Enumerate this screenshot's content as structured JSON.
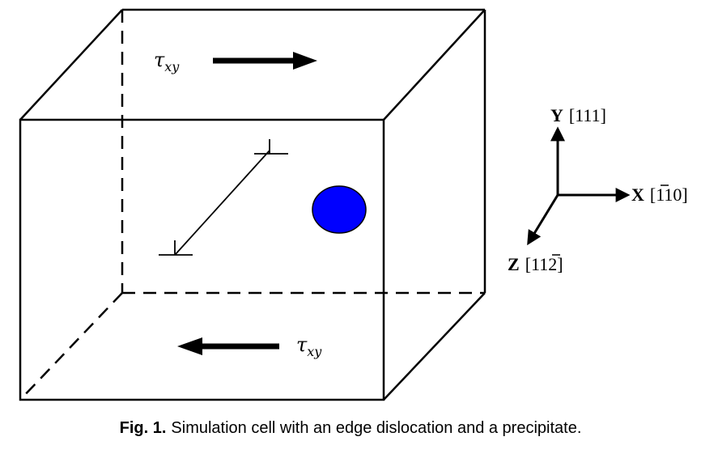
{
  "diagram": {
    "stress_label_top": {
      "symbol": "τ",
      "subscript": "xy"
    },
    "stress_label_bottom": {
      "symbol": "τ",
      "subscript": "xy"
    },
    "axes": {
      "y": {
        "letter": "Y",
        "index": "[111]"
      },
      "x": {
        "letter": "X",
        "index_bar_digit": "1",
        "index_rest": "10]"
      },
      "z": {
        "letter": "Z",
        "index_prefix": "[11",
        "index_bar_digit": "2",
        "index_suffix": "]"
      }
    },
    "colors": {
      "precipitate": "#0000ff",
      "lines": "#000000"
    }
  },
  "caption": {
    "lead": "Fig. 1.",
    "text": "Simulation cell with an edge dislocation and a precipitate."
  }
}
